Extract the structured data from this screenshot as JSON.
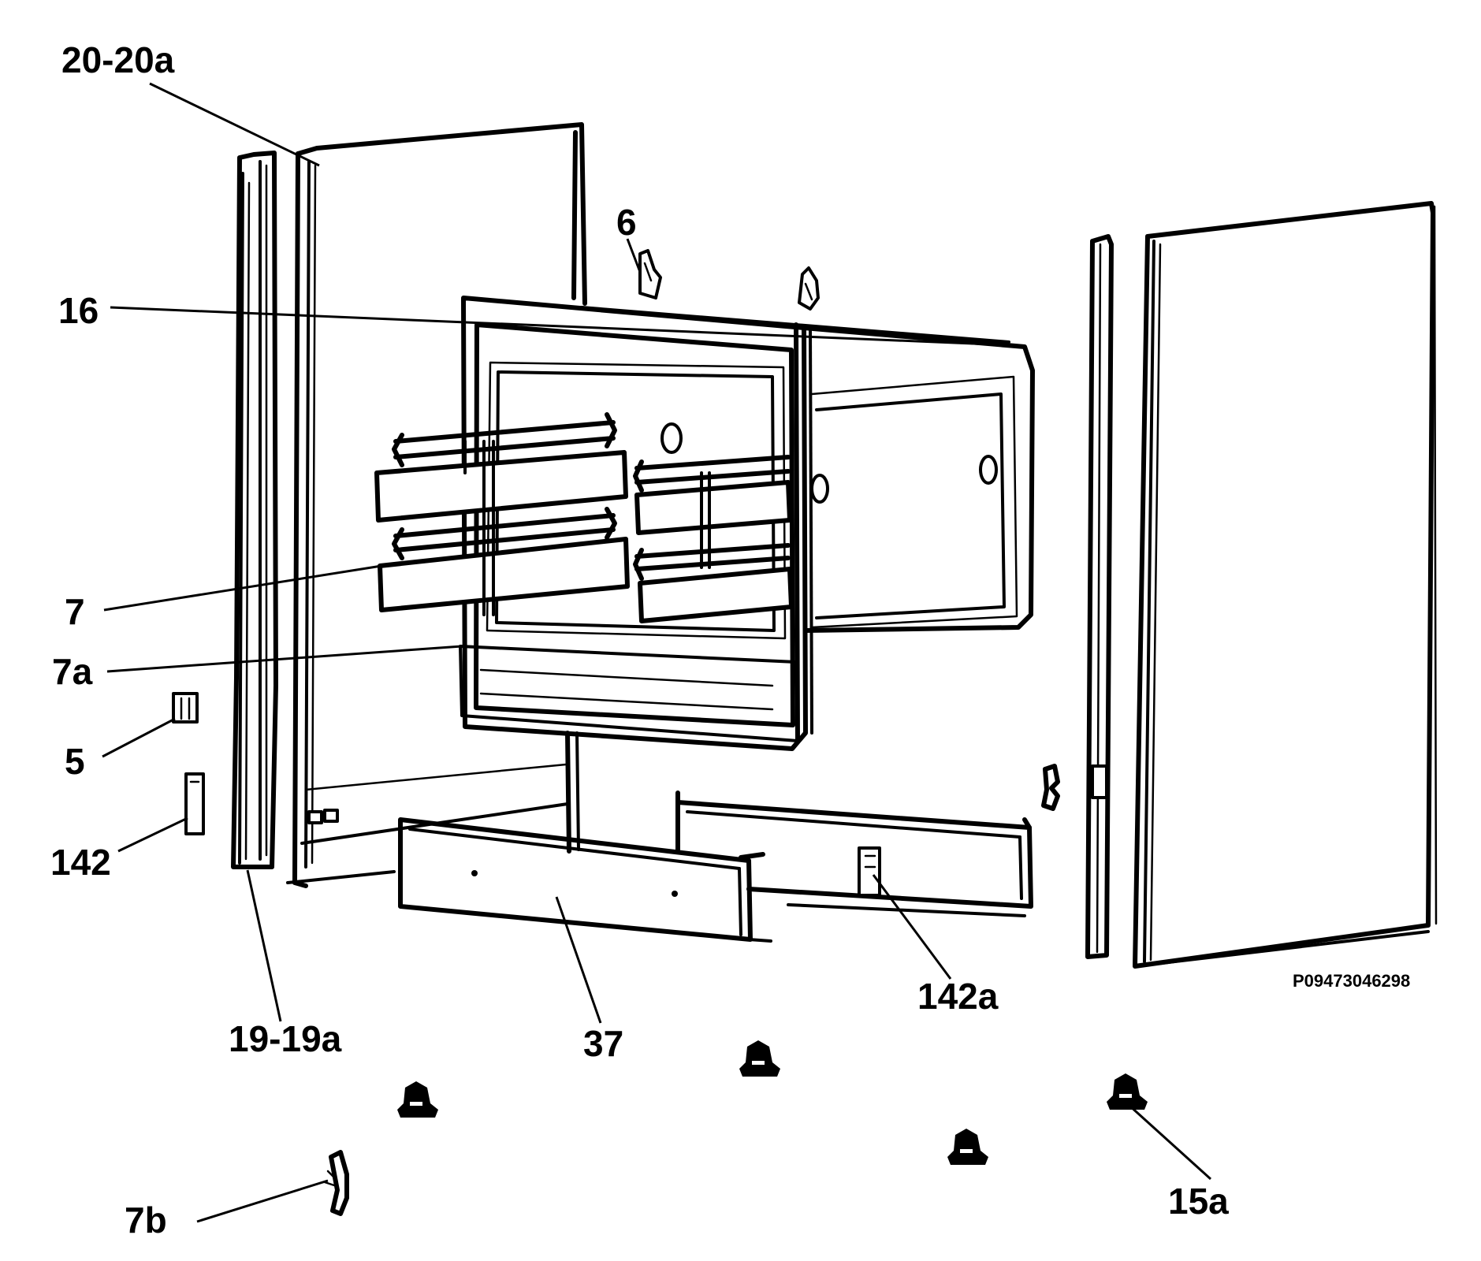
{
  "diagram": {
    "document_code": "P09473046298",
    "callouts": {
      "c20_20a": "20-20a",
      "c6": "6",
      "c16": "16",
      "c7": "7",
      "c7a": "7a",
      "c5": "5",
      "c142": "142",
      "c19_19a": "19-19a",
      "c37": "37",
      "c142a": "142a",
      "c15a": "15a",
      "c7b": "7b"
    }
  },
  "colors": {
    "line": "#000000",
    "background": "#ffffff"
  }
}
